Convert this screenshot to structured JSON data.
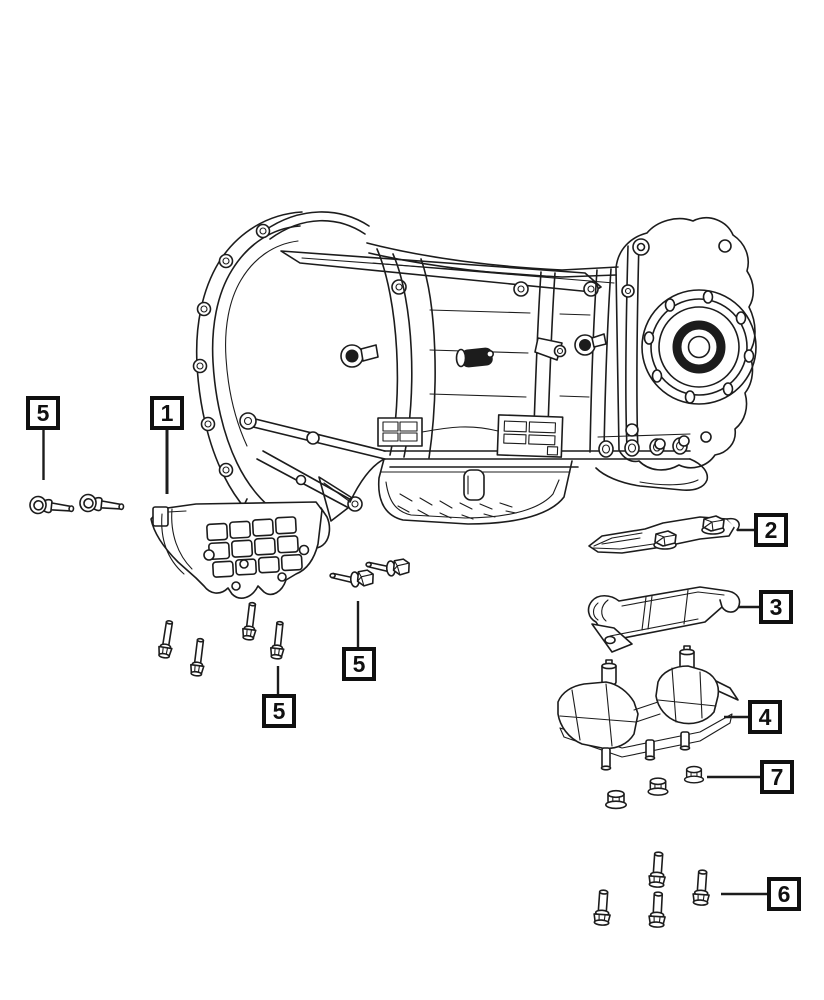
{
  "page": {
    "background_color": "#ffffff",
    "line_color": "#1c1c1c"
  },
  "diagram": {
    "type": "exploded-parts-diagram",
    "subject": "transmission-mounting",
    "callouts": [
      {
        "label": "5"
      },
      {
        "label": "1"
      },
      {
        "label": "2"
      },
      {
        "label": "3"
      },
      {
        "label": "4"
      },
      {
        "label": "7"
      },
      {
        "label": "6"
      },
      {
        "label": "5"
      },
      {
        "label": "5"
      }
    ]
  }
}
